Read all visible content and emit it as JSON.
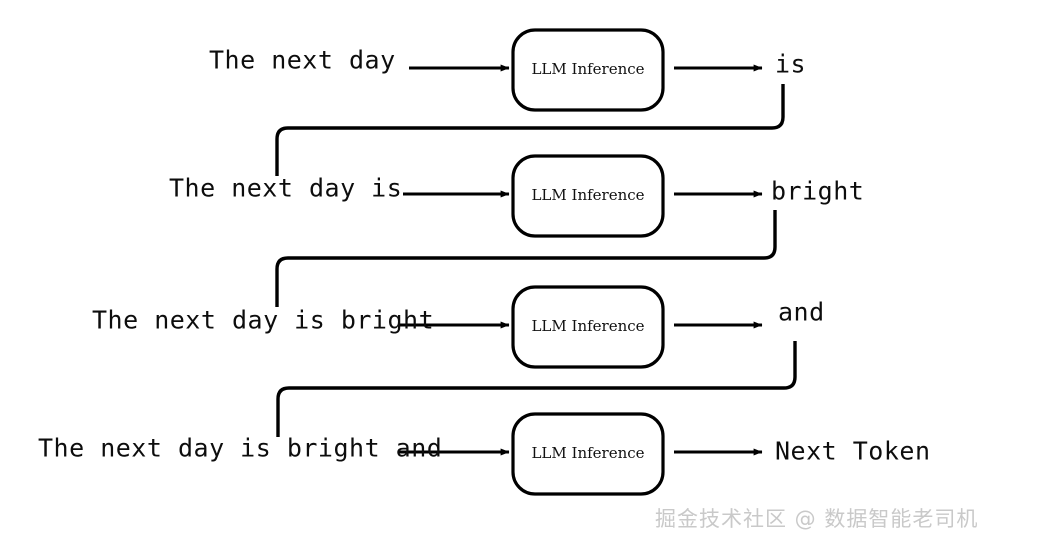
{
  "diagram": {
    "title": "LLM Autoregressive Inference Loop",
    "node_label": "LLM Inference",
    "colors": {
      "stroke": "#000000",
      "background": "#ffffff",
      "text": "#0d0d0d",
      "watermark": "#c9c9c9"
    },
    "rows": [
      {
        "id": "row-1",
        "prompt": "The next day",
        "node": "LLM Inference",
        "output": "is",
        "has_feedback": true
      },
      {
        "id": "row-2",
        "prompt": "The next day is",
        "node": "LLM Inference",
        "output": "bright",
        "has_feedback": true
      },
      {
        "id": "row-3",
        "prompt": "The next day is bright",
        "node": "LLM Inference",
        "output": "and",
        "has_feedback": true
      },
      {
        "id": "row-4",
        "prompt": "The next day is bright and",
        "node": "LLM Inference",
        "output": "Next Token",
        "has_feedback": false
      }
    ]
  },
  "watermark": {
    "text": "掘金技术社区 @ 数据智能老司机"
  }
}
